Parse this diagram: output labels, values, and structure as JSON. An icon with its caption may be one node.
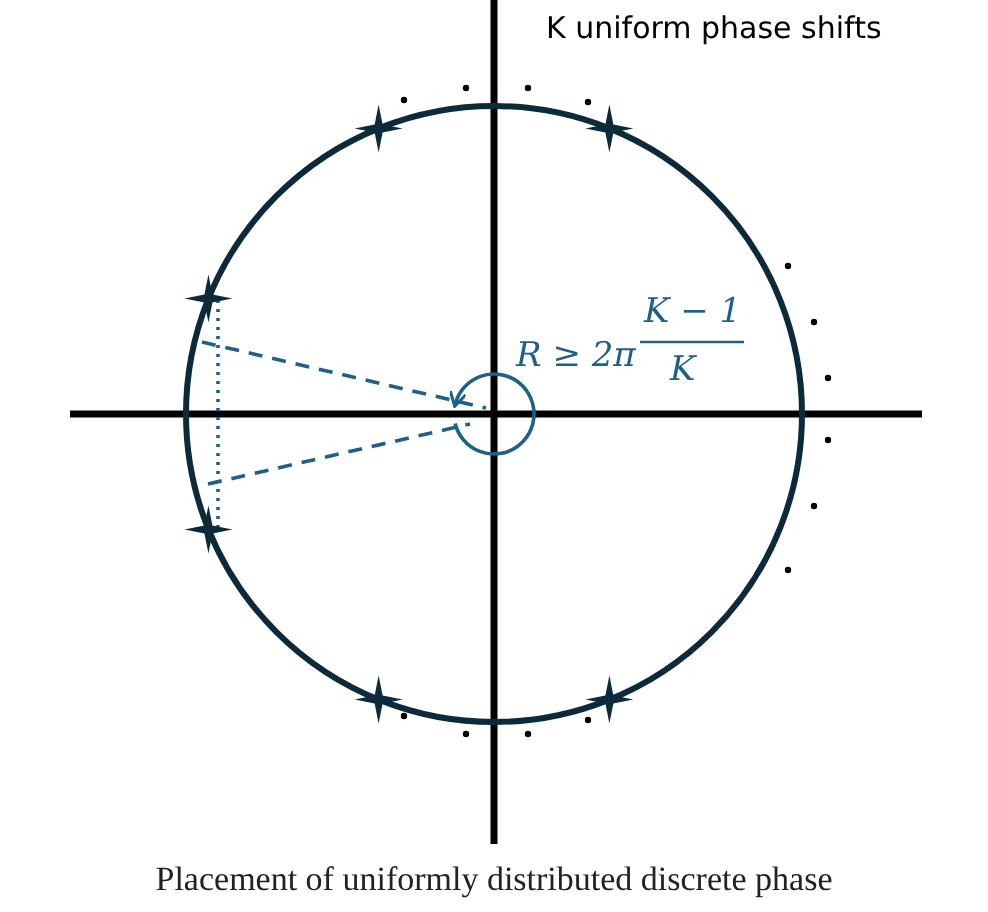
{
  "diagram": {
    "caption": "Placement of uniformly distributed discrete phase",
    "labels": [
      "K uniform phase shifts",
      "R ≥ 2π",
      "K − 1",
      "K"
    ]
  }
}
